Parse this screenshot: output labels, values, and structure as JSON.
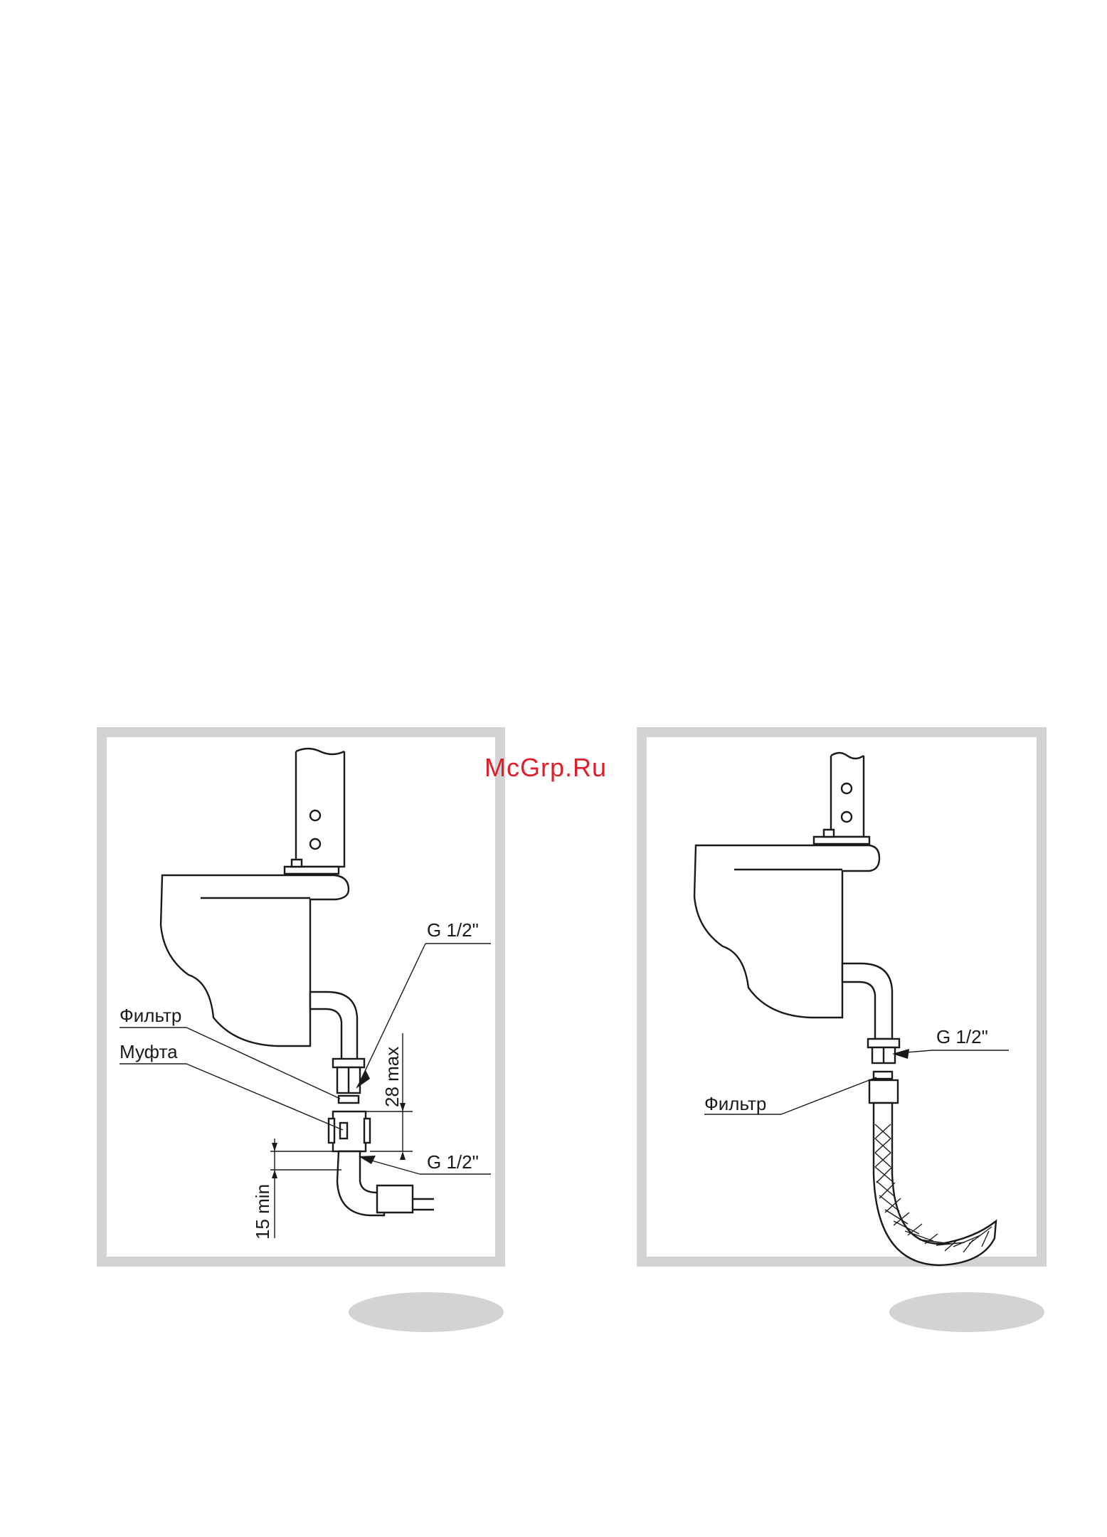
{
  "watermark": "McGrp.Ru",
  "figure_left": {
    "labels": {
      "g_top": "G 1/2\"",
      "filter": "Фильтр",
      "coupling": "Муфта",
      "dim_28": "28 max",
      "g_bottom": "G 1/2\"",
      "dim_15": "15 min"
    }
  },
  "figure_right": {
    "labels": {
      "g": "G 1/2\"",
      "filter": "Фильтр"
    }
  }
}
